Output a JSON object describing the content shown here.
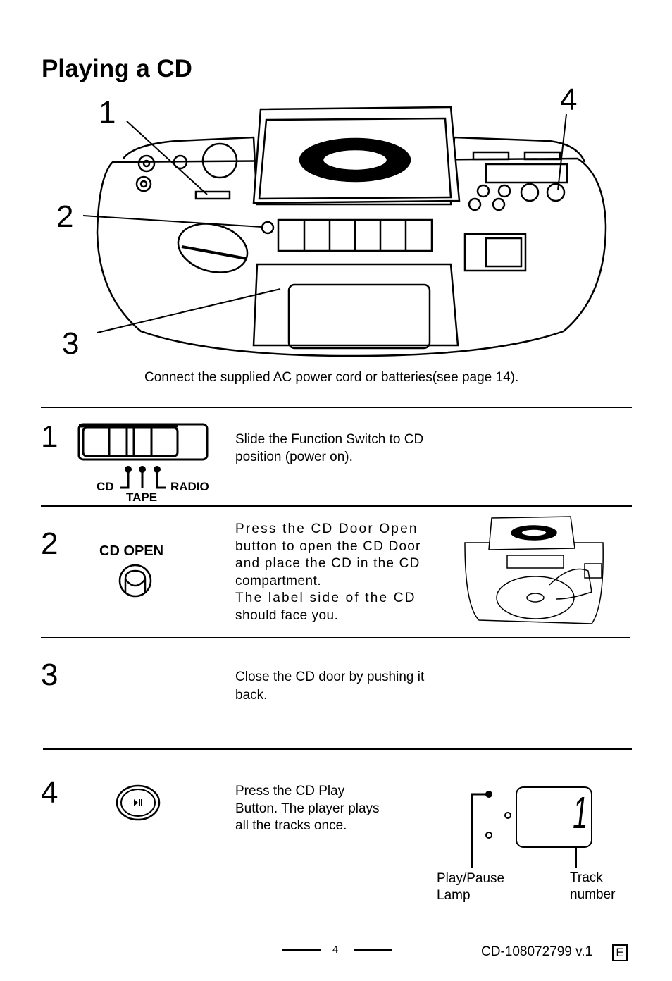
{
  "title": "Playing a CD",
  "diagram": {
    "callouts": [
      "1",
      "2",
      "3",
      "4"
    ],
    "caption": "Connect the supplied AC power cord or batteries(see page 14)."
  },
  "steps": [
    {
      "number": "1",
      "text": [
        "Slide the Function Switch to CD",
        "position (power on)."
      ],
      "switch_labels": {
        "cd": "CD",
        "tape": "TAPE",
        "radio": "RADIO"
      }
    },
    {
      "number": "2",
      "button_label": "CD OPEN",
      "text": [
        "Press the CD Door Open",
        "button to open the CD Door",
        "and place the CD in the CD",
        "compartment.",
        "The label side of the CD",
        "should face you."
      ]
    },
    {
      "number": "3",
      "text": [
        "Close the CD door by pushing it",
        "back."
      ]
    },
    {
      "number": "4",
      "text": [
        "Press the CD Play",
        "Button. The player plays",
        "all the tracks once."
      ],
      "display": {
        "track_digit": "1",
        "lamp_label": [
          "Play/Pause",
          "Lamp"
        ],
        "track_label": [
          "Track",
          "number"
        ]
      }
    }
  ],
  "footer": {
    "page": "4",
    "doc_code": "CD-108072799 v.1",
    "lang": "E"
  }
}
